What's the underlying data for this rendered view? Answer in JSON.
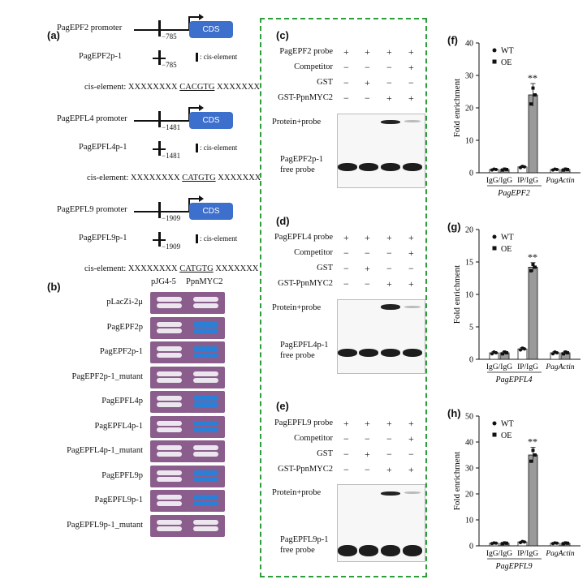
{
  "panels": {
    "a": "(a)",
    "b": "(b)",
    "c": "(c)",
    "d": "(d)",
    "e": "(e)",
    "f": "(f)",
    "g": "(g)",
    "h": "(h)"
  },
  "panel_a": {
    "cds": "CDS",
    "cis_label": ": cis-element",
    "groups": [
      {
        "promoter": "PagEPF2 promoter",
        "pos": "−785",
        "sub": "PagEPF2p-1",
        "sub_pos": "−785",
        "seq_prefix": "cis-element: XXXXXXXX ",
        "motif": "CACGTG",
        "seq_suffix": " XXXXXXX"
      },
      {
        "promoter": "PagEPFL4 promoter",
        "pos": "−1481",
        "sub": "PagEPFL4p-1",
        "sub_pos": "−1481",
        "seq_prefix": "cis-element: XXXXXXXX ",
        "motif": "CATGTG",
        "seq_suffix": " XXXXXXX"
      },
      {
        "promoter": "PagEPFL9 promoter",
        "pos": "−1909",
        "sub": "PagEPFL9p-1",
        "sub_pos": "−1909",
        "seq_prefix": "cis-element: XXXXXXXX ",
        "motif": "CATGTG",
        "seq_suffix": " XXXXXXX"
      }
    ]
  },
  "panel_b": {
    "col1": "pJG4-5",
    "col2": "PpnMYC2",
    "rows": [
      {
        "label": "pLacZi-2μ",
        "blue": 0
      },
      {
        "label": "PagEPF2p",
        "blue": 1
      },
      {
        "label": "PagEPF2p-1",
        "blue": 1
      },
      {
        "label": "PagEPF2p-1_mutant",
        "blue": 0
      },
      {
        "label": "PagEPFL4p",
        "blue": 1
      },
      {
        "label": "PagEPFL4p-1",
        "blue": 1
      },
      {
        "label": "PagEPFL4p-1_mutant",
        "blue": 0
      },
      {
        "label": "PagEPFL9p",
        "blue": 1
      },
      {
        "label": "PagEPFL9p-1",
        "blue": 1
      },
      {
        "label": "PagEPFL9p-1_mutant",
        "blue": 0
      }
    ]
  },
  "emsa": [
    {
      "probe": "PagEPF2 probe",
      "comp": "Competitor",
      "gst": "GST",
      "gstmyc": "GST-PpnMYC2",
      "bound": "Protein+probe",
      "free1": "PagEPF2p-1",
      "free2": "free probe",
      "signs": [
        [
          "+",
          "+",
          "+",
          "+"
        ],
        [
          "−",
          "−",
          "−",
          "+"
        ],
        [
          "−",
          "+",
          "−",
          "−"
        ],
        [
          "−",
          "−",
          "+",
          "+"
        ]
      ]
    },
    {
      "probe": "PagEPFL4 probe",
      "comp": "Competitor",
      "gst": "GST",
      "gstmyc": "GST-PpnMYC2",
      "bound": "Protein+probe",
      "free1": "PagEPFL4p-1",
      "free2": "free probe",
      "signs": [
        [
          "+",
          "+",
          "+",
          "+"
        ],
        [
          "−",
          "−",
          "−",
          "+"
        ],
        [
          "−",
          "+",
          "−",
          "−"
        ],
        [
          "−",
          "−",
          "+",
          "+"
        ]
      ]
    },
    {
      "probe": "PagEPFL9 probe",
      "comp": "Competitor",
      "gst": "GST",
      "gstmyc": "GST-PpnMYC2",
      "bound": "Protein+probe",
      "free1": "PagEPFL9p-1",
      "free2": "free probe",
      "signs": [
        [
          "+",
          "+",
          "+",
          "+"
        ],
        [
          "−",
          "−",
          "−",
          "+"
        ],
        [
          "−",
          "+",
          "−",
          "−"
        ],
        [
          "−",
          "−",
          "+",
          "+"
        ]
      ]
    }
  ],
  "chart_data": [
    {
      "type": "bar",
      "ylabel": "Fold enrichment",
      "ylim": [
        0,
        40
      ],
      "yticks": [
        0,
        10,
        20,
        30,
        40
      ],
      "categories": [
        "IgG/IgG",
        "IP/IgG",
        "PagActin"
      ],
      "group_label": "PagEPF2",
      "series": [
        {
          "name": "WT",
          "values": [
            1.0,
            1.8,
            1.0
          ],
          "errors": [
            0.2,
            0.3,
            0.2
          ]
        },
        {
          "name": "OE",
          "values": [
            1.0,
            24.0,
            1.0
          ],
          "errors": [
            0.2,
            3.5,
            0.2
          ]
        }
      ],
      "significance": "**"
    },
    {
      "type": "bar",
      "ylabel": "Fold enrichment",
      "ylim": [
        0,
        20
      ],
      "yticks": [
        0,
        5,
        10,
        15,
        20
      ],
      "categories": [
        "IgG/IgG",
        "IP/IgG",
        "PagActin"
      ],
      "group_label": "PagEPFL4",
      "series": [
        {
          "name": "WT",
          "values": [
            1.0,
            1.6,
            1.0
          ],
          "errors": [
            0.2,
            0.2,
            0.2
          ]
        },
        {
          "name": "OE",
          "values": [
            1.0,
            14.2,
            1.0
          ],
          "errors": [
            0.2,
            0.7,
            0.2
          ]
        }
      ],
      "significance": "**"
    },
    {
      "type": "bar",
      "ylabel": "Fold enrichment",
      "ylim": [
        0,
        50
      ],
      "yticks": [
        0,
        10,
        20,
        30,
        40,
        50
      ],
      "categories": [
        "IgG/IgG",
        "IP/IgG",
        "PagActin"
      ],
      "group_label": "PagEPFL9",
      "series": [
        {
          "name": "WT",
          "values": [
            1.0,
            1.5,
            1.0
          ],
          "errors": [
            0.2,
            0.3,
            0.2
          ]
        },
        {
          "name": "OE",
          "values": [
            1.0,
            35.0,
            1.0
          ],
          "errors": [
            0.2,
            3.0,
            0.2
          ]
        }
      ],
      "significance": "**"
    }
  ],
  "colors": {
    "cds": "#3d6fcc",
    "dash": "#2e9e3a",
    "oe_bar": "#9a9a9a",
    "plate": "#8a5d8c",
    "blue": "#2a7fd6"
  }
}
